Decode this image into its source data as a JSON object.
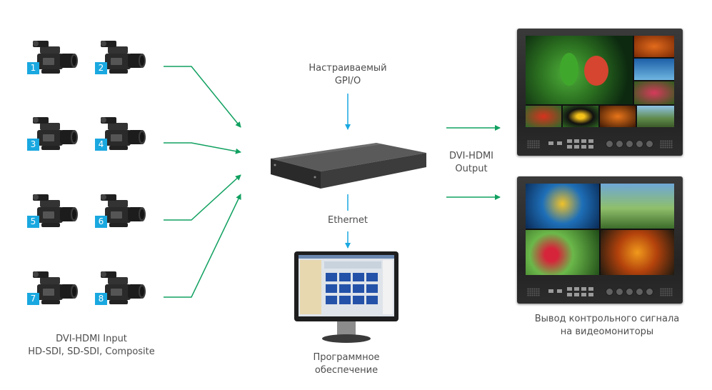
{
  "cameras": [
    "1",
    "2",
    "3",
    "4",
    "5",
    "6",
    "7",
    "8"
  ],
  "input_label": {
    "line1": "DVI-HDMI Input",
    "line2": "HD-SDI, SD-SDI, Composite"
  },
  "gpio_label": {
    "line1": "Настраиваемый",
    "line2": "GPI/O"
  },
  "ethernet_label": "Ethernet",
  "software_label": {
    "line1": "Программное",
    "line2": "обеспечение"
  },
  "output_label": {
    "line1": "DVI-HDMI",
    "line2": "Output"
  },
  "monitor_label": {
    "line1": "Вывод контрольного сигнала",
    "line2": "на видеомониторы"
  },
  "colors": {
    "arrow_green": "#10a060",
    "arrow_blue": "#1aa8e0",
    "badge": "#1aa8e0"
  }
}
